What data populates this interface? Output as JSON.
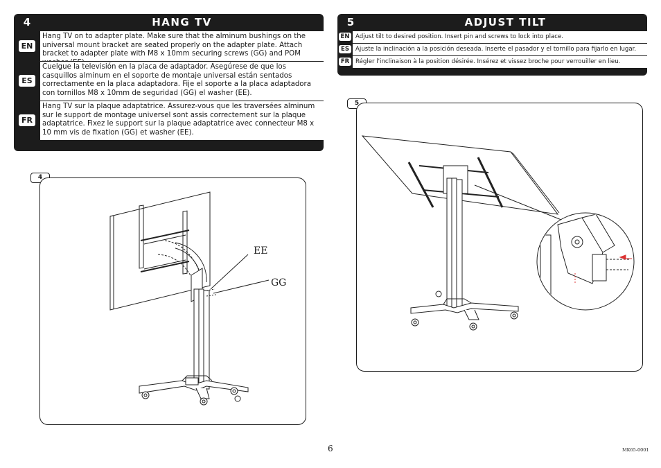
{
  "section4": {
    "number": "4",
    "title": "HANG TV",
    "rows": [
      {
        "lang": "EN",
        "text": "Hang TV on to adapter plate.  Make sure that the alminum bushings on the universal mount bracket are seated properly on the adapter plate.  Attach bracket to adapter plate with M8 x 10mm securing screws (GG) and POM washer (EE)."
      },
      {
        "lang": "ES",
        "text": "Cuelgue la televisión en la placa de adaptador. Asegúrese de que los casquillos alminum en el soporte de montaje universal están sentados correctamente en la placa adaptadora.  Fije el soporte a la placa adaptadora con tornillos M8 x 10mm de seguridad (GG) el washer (EE)."
      },
      {
        "lang": "FR",
        "text": "Hang TV sur la plaque adaptatrice. Assurez-vous que les traversées alminum sur le support de montage universel sont assis correctement sur la plaque adaptatrice. Fixez le support sur la plaque adaptatrice avec connecteur M8 x 10 mm vis de fixation (GG) et washer (EE)."
      }
    ]
  },
  "section5": {
    "number": "5",
    "title": "ADJUST TILT",
    "rows": [
      {
        "lang": "EN",
        "text": "Adjust tilt to desired position. Insert pin and screws to lock into place."
      },
      {
        "lang": "ES",
        "text": "Ajuste la inclinación a la posición deseada. Inserte el pasador y el tornillo para fijarlo en lugar."
      },
      {
        "lang": "FR",
        "text": "Régler l'inclinaison à la position désirée. Insérez et vissez broche pour verrouiller en lieu."
      }
    ]
  },
  "figure4": {
    "tab": "4",
    "label_ee": "EE",
    "label_gg": "GG"
  },
  "figure5": {
    "tab": "5"
  },
  "footer": {
    "page_number": "6",
    "doc_code": "MK65-0001"
  }
}
